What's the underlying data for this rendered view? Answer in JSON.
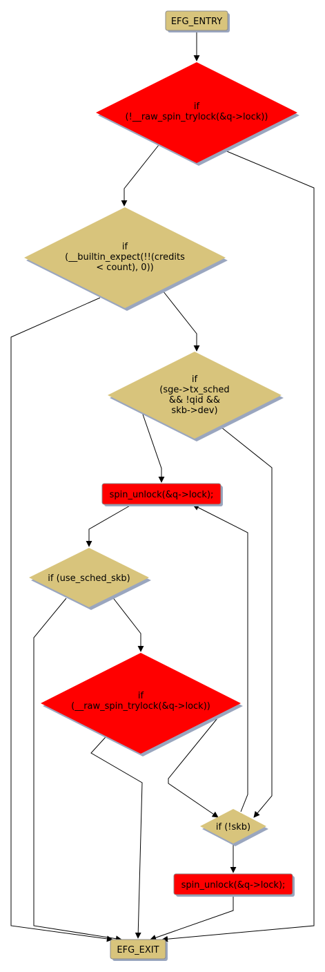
{
  "colors": {
    "tan_node": "#d8c47c",
    "red_node": "#ff0000",
    "shadow": "#9aa6bf",
    "edge": "#000000",
    "background": "#ffffff"
  },
  "nodes": {
    "entry": {
      "lines": [
        "EFG_ENTRY"
      ],
      "color": "tan_node"
    },
    "trylock_outer": {
      "lines": [
        "if",
        "(!__raw_spin_trylock(&q->lock))"
      ],
      "color": "red_node"
    },
    "credits_check": {
      "lines": [
        "if",
        "(__builtin_expect(!!(credits",
        "< count), 0))"
      ],
      "color": "tan_node"
    },
    "tx_sched_check": {
      "lines": [
        "if",
        "(sge->tx_sched",
        "&& !qid &&",
        "skb->dev)"
      ],
      "color": "tan_node"
    },
    "unlock_1": {
      "lines": [
        "spin_unlock(&q->lock);"
      ],
      "color": "red_node"
    },
    "use_sched_skb": {
      "lines": [
        "if (use_sched_skb)"
      ],
      "color": "tan_node"
    },
    "trylock_inner": {
      "lines": [
        "if",
        "(__raw_spin_trylock(&q->lock))"
      ],
      "color": "red_node"
    },
    "not_skb": {
      "lines": [
        "if (!skb)"
      ],
      "color": "tan_node"
    },
    "unlock_2": {
      "lines": [
        "spin_unlock(&q->lock);"
      ],
      "color": "red_node"
    },
    "exit": {
      "lines": [
        "EFG_EXIT"
      ],
      "color": "tan_node"
    }
  },
  "edges": [
    {
      "from": "entry",
      "to": "trylock_outer"
    },
    {
      "from": "trylock_outer",
      "to": "credits_check"
    },
    {
      "from": "trylock_outer",
      "to": "exit"
    },
    {
      "from": "credits_check",
      "to": "exit"
    },
    {
      "from": "credits_check",
      "to": "tx_sched_check"
    },
    {
      "from": "tx_sched_check",
      "to": "unlock_1"
    },
    {
      "from": "tx_sched_check",
      "to": "not_skb"
    },
    {
      "from": "unlock_1",
      "to": "use_sched_skb"
    },
    {
      "from": "use_sched_skb",
      "to": "exit"
    },
    {
      "from": "use_sched_skb",
      "to": "trylock_inner"
    },
    {
      "from": "trylock_inner",
      "to": "exit"
    },
    {
      "from": "trylock_inner",
      "to": "not_skb"
    },
    {
      "from": "not_skb",
      "to": "unlock_1"
    },
    {
      "from": "not_skb",
      "to": "unlock_2"
    },
    {
      "from": "unlock_2",
      "to": "exit"
    }
  ]
}
